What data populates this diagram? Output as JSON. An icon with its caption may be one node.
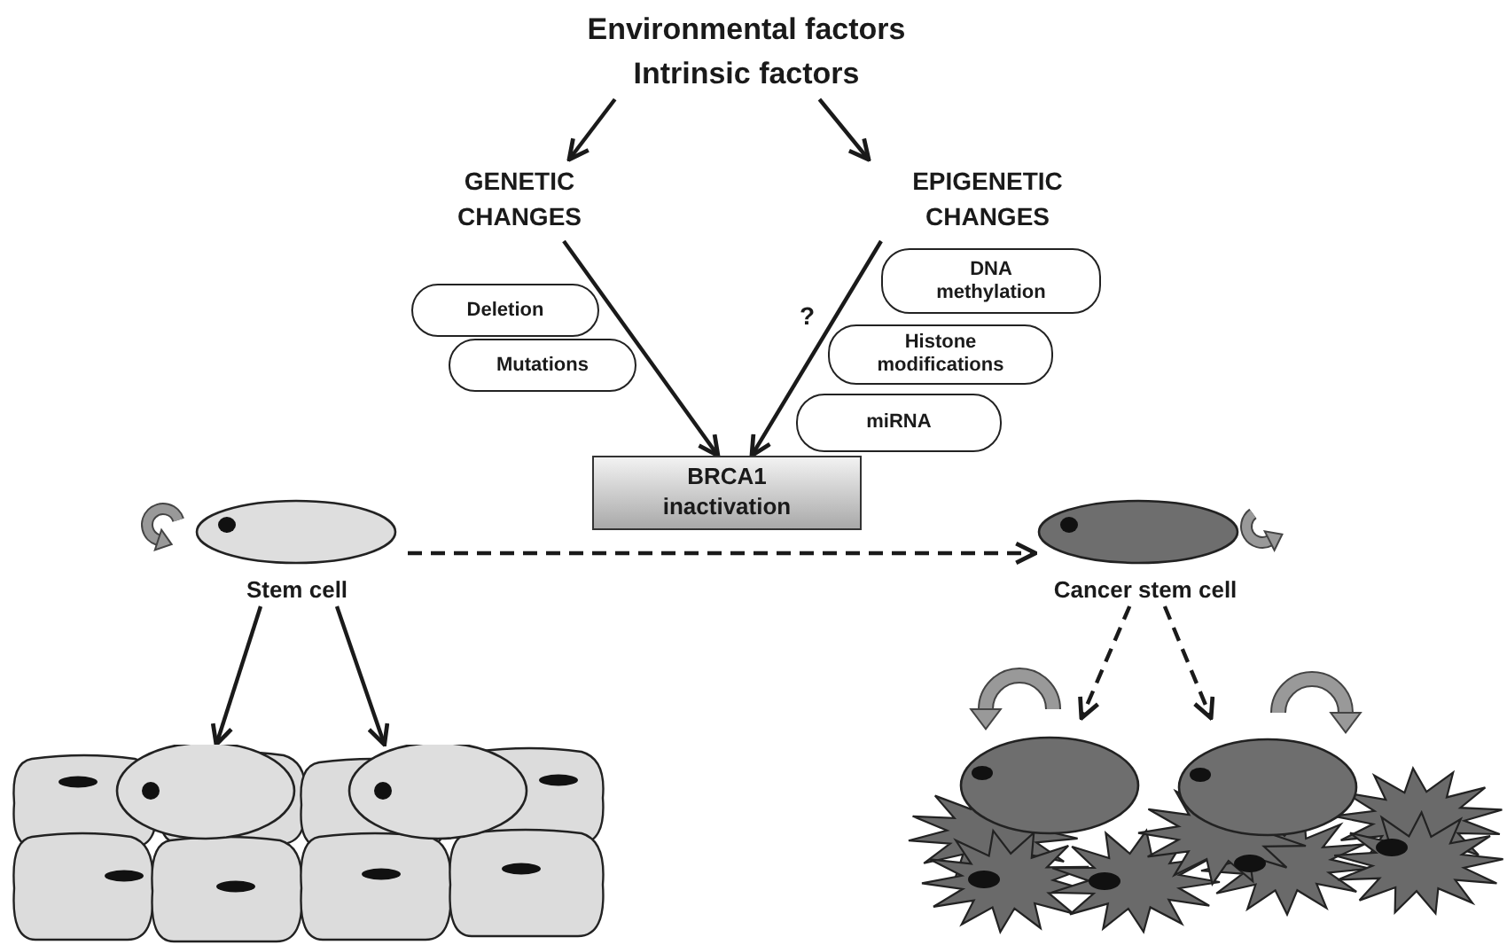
{
  "diagram": {
    "nodes": [
      {
        "text": [
          "Environmental factors Intrinsic factors"
        ]
      },
      {
        "text": [
          "GENETIC CHANGES"
        ]
      },
      {
        "text": [
          "EPIGENETIC CHANGES"
        ]
      },
      {
        "text": [
          "Deletion"
        ]
      },
      {
        "text": [
          "Mutations"
        ]
      },
      {
        "text": [
          "DNA methylation"
        ]
      },
      {
        "text": [
          "Histone modifications"
        ]
      },
      {
        "text": [
          "miRNA"
        ]
      },
      {
        "text": [
          "BRCA1 inactivation"
        ]
      },
      {
        "text": [
          "Stem cell"
        ]
      },
      {
        "text": [
          "Cancer stem cell"
        ]
      },
      {
        "text": [],
        "shape": "picture"
      },
      {
        "text": [],
        "shape": "picture"
      }
    ],
    "edges": [
      {
        "from": 0,
        "to": 1,
        "arrow": "to"
      },
      {
        "from": 0,
        "to": 2,
        "arrow": "to"
      },
      {
        "from": 1,
        "to": 8,
        "arrow": "to"
      },
      {
        "from": 2,
        "to": 8,
        "arrow": "to",
        "label": "?"
      },
      {
        "from": 9,
        "to": 10,
        "arrow": "to",
        "style": "dashed"
      },
      {
        "from": 9,
        "to": 11,
        "arrow": "to"
      },
      {
        "from": 9,
        "to": 11,
        "arrow": "to"
      },
      {
        "from": 10,
        "to": 12,
        "arrow": "to",
        "style": "dashed"
      },
      {
        "from": 10,
        "to": 12,
        "arrow": "to",
        "style": "dashed"
      }
    ]
  }
}
